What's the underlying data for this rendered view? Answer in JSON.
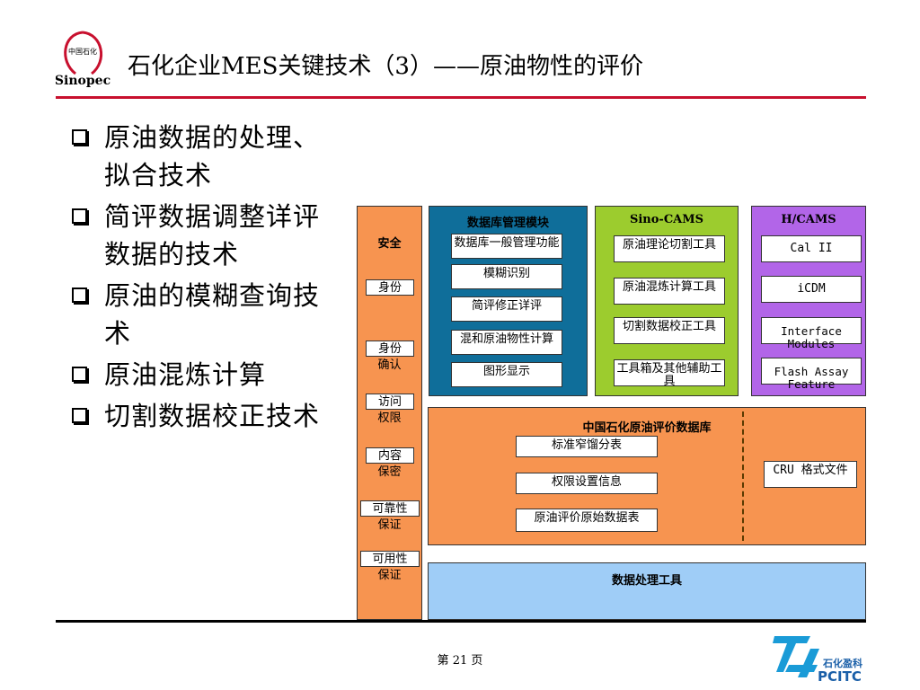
{
  "logo_text": {
    "top": "中国石化",
    "brand": "Sinopec"
  },
  "title": "石化企业MES关键技术（3）——原油物性的评价",
  "bullets": [
    "原油数据的处理、拟合技术",
    "简评数据调整详评数据的技术",
    "原油的模糊查询技术",
    "原油混炼计算",
    "切割数据校正技术"
  ],
  "diagram": {
    "security": {
      "title": "安全",
      "items": [
        {
          "box": "身份",
          "sub": ""
        },
        {
          "box": "身份",
          "sub": "确认"
        },
        {
          "box": "访问",
          "sub": "权限"
        },
        {
          "box": "内容",
          "sub": "保密"
        },
        {
          "box": "可靠性",
          "sub": "保证"
        },
        {
          "box": "可用性",
          "sub": "保证"
        }
      ]
    },
    "db_mgmt": {
      "title": "数据库管理模块",
      "items": [
        "数据库一般管理功能",
        "模糊识别",
        "简评修正详评",
        "混和原油物性计算",
        "图形显示"
      ]
    },
    "sino_cams": {
      "title": "Sino-CAMS",
      "items": [
        "原油理论切割工具",
        "原油混炼计算工具",
        "切割数据校正工具",
        "工具箱及其他辅助工具"
      ]
    },
    "h_cams": {
      "title": "H/CAMS",
      "items": [
        "Cal II",
        "iCDM",
        "Interface Modules",
        "Flash Assay Feature"
      ]
    },
    "crude_db": {
      "title": "中国石化原油评价数据库",
      "items": [
        "标准窄馏分表",
        "权限设置信息",
        "原油评价原始数据表"
      ],
      "format_box": "CRU 格式文件"
    },
    "tools": {
      "title": "数据处理工具"
    }
  },
  "page_number": "第 21 页",
  "footer_logo": {
    "cn": "石化盈科",
    "en": "PCITC"
  },
  "colors": {
    "title_rule": "#c8102e",
    "security": "#f79450",
    "db_mgmt": "#0f6e9a",
    "sino_cams": "#9ccc2e",
    "h_cams": "#b265e8",
    "crude_db": "#f79450",
    "tools": "#9fcdf7",
    "pcitc_blue": "#1a9bd7"
  }
}
